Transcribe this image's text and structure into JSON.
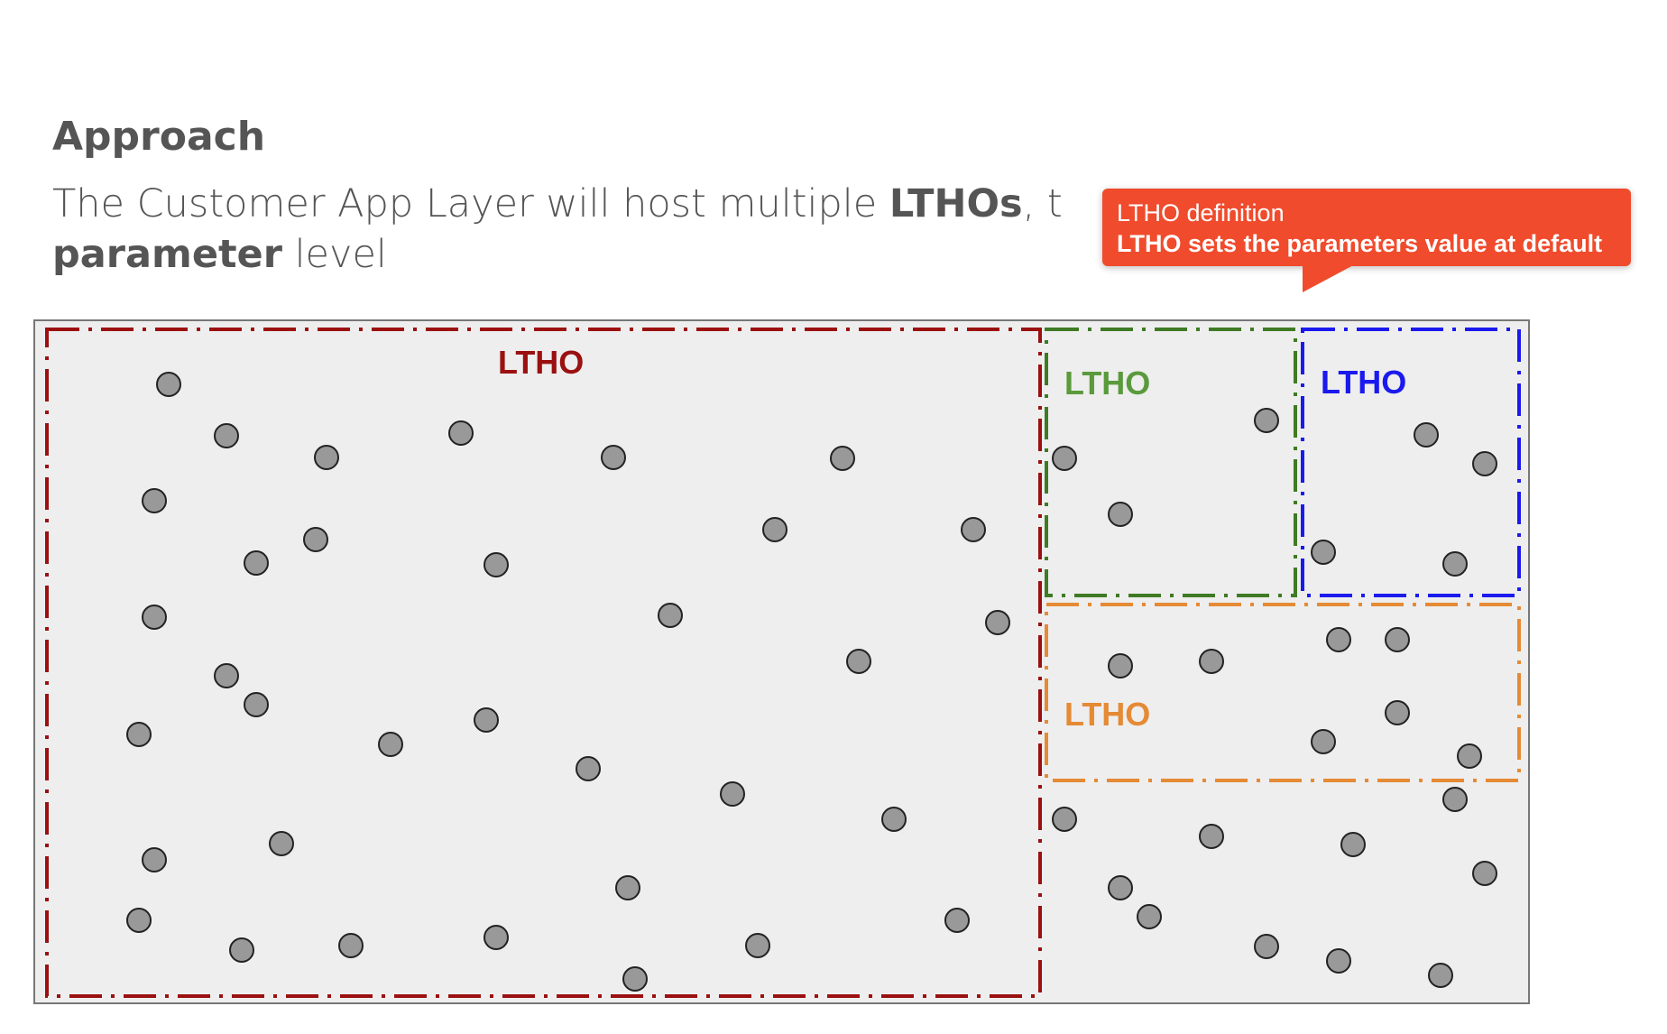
{
  "heading": "Approach",
  "subtitle": {
    "part1": "The Customer App Layer will host multiple ",
    "bold1": "LTHOs",
    "part2": ", t",
    "bold2": "parameter",
    "part3": " level"
  },
  "callout": {
    "line1": "LTHO definition",
    "line2": "LTHO sets the parameters value at default",
    "color": "#f04b2c"
  },
  "regions": [
    {
      "id": "red",
      "label": "LTHO",
      "color": "#9b1010"
    },
    {
      "id": "green",
      "label": "LTHO",
      "color": "#5a9a3c"
    },
    {
      "id": "blue",
      "label": "LTHO",
      "color": "#1a1aee"
    },
    {
      "id": "orange",
      "label": "LTHO",
      "color": "#e58a35"
    }
  ],
  "colors": {
    "background_panel": "#eeeeee",
    "dot_fill": "#999999",
    "dot_stroke": "#222222",
    "text": "#555555"
  }
}
